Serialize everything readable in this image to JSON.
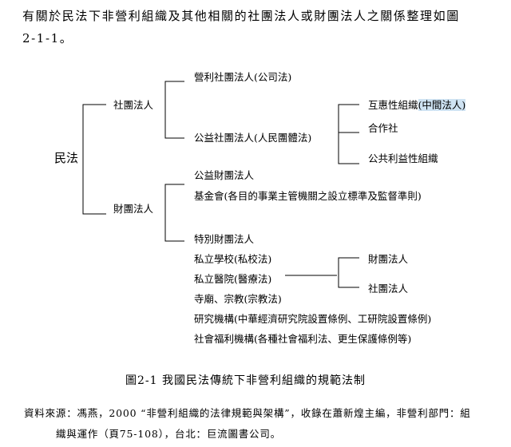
{
  "intro": {
    "line1": "有關於民法下非營利組織及其他相關的社團法人或財團法人之關係整理如圖",
    "line2": "2-1-1。"
  },
  "tree": {
    "root": "民法",
    "assoc": {
      "label": "社團法人",
      "profit": "營利社團法人(公司法)",
      "public": "公益社團法人(人民團體法)",
      "sub": {
        "mutual_pre": "互惠性組織",
        "mutual_hl": "(中間法人)",
        "coop": "合作社",
        "public_benefit": "公共利益性組織"
      }
    },
    "found": {
      "label": "財團法人",
      "public": "公益財團法人",
      "fund": "基金會(各目的事業主管機關之設立標準及監督準則)",
      "special": "特別財團法人",
      "school": "私立學校(私校法)",
      "hospital": "私立醫院(醫療法)",
      "temple": "寺廟、宗教(宗教法)",
      "research": "研究機構(中華經濟研究院設置條例、工研院設置條例)",
      "welfare": "社會福利機構(各種社會福利法、更生保護條例等)",
      "sub": {
        "found": "財團法人",
        "assoc": "社團法人"
      }
    }
  },
  "caption": "圖2-1  我國民法傳統下非營利組織的規範法制",
  "source": {
    "line1": "資料來源：馮燕，2000 “非營利組織的法律規範與架構”，收錄在蕭新煌主編，非營利部門：組",
    "line2": "織與運作（頁75-108），台北：巨流圖書公司。"
  }
}
